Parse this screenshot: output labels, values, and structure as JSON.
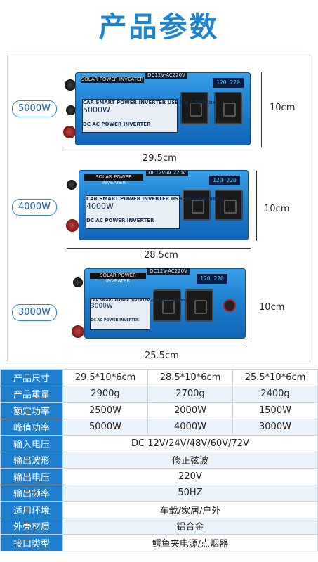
{
  "title": "产品参数",
  "models": [
    {
      "badge": "5000W",
      "label_brand": "SOLAR POWER INVEATER",
      "label_top": "CAR SMART POWER INVERTER USB 5V 6.8A(Max)",
      "label_watt": "5000W",
      "label_sub": "DC AC POWER INVERTER",
      "width_dim": "29.5cm",
      "height_dim": "10cm"
    },
    {
      "badge": "4000W",
      "label_brand": "SOLAR POWER INVEATER",
      "label_top": "CAR SMART POWER INVERTER USB 5V 6.8A(Max)",
      "label_watt": "4000W",
      "label_sub": "DC AC POWER INVERTER",
      "width_dim": "28.5cm",
      "height_dim": "10cm"
    },
    {
      "badge": "3000W",
      "label_brand": "SOLAR POWER INVEATER",
      "label_top": "CAR SMART POWER INVERTER USB 5V 6.8A(Max)",
      "label_watt": "3000W",
      "label_sub": "DC AC POWER INVERTER",
      "width_dim": "25.5cm",
      "height_dim": "10cm"
    }
  ],
  "display": {
    "left": "120",
    "right": "220",
    "top_strip": "DC12V-AC220V"
  },
  "spec_table": {
    "rows": [
      {
        "label": "产品尺寸",
        "values": [
          "29.5*10*6cm",
          "28.5*10*6cm",
          "25.5*10*6cm"
        ]
      },
      {
        "label": "产品重量",
        "values": [
          "2900g",
          "2700g",
          "2400g"
        ]
      },
      {
        "label": "额定功率",
        "values": [
          "2500W",
          "2000W",
          "1500W"
        ]
      },
      {
        "label": "峰值功率",
        "values": [
          "5000W",
          "4000W",
          "3000W"
        ]
      },
      {
        "label": "输入电压",
        "values": [
          "DC 12V/24V/48V/60V/72V"
        ]
      },
      {
        "label": "输出波形",
        "values": [
          "修正弦波"
        ]
      },
      {
        "label": "输出电压",
        "values": [
          "220V"
        ]
      },
      {
        "label": "输出频率",
        "values": [
          "50HZ"
        ]
      },
      {
        "label": "适用环境",
        "values": [
          "车载/家居/户外"
        ]
      },
      {
        "label": "外壳材质",
        "values": [
          "铝合金"
        ]
      },
      {
        "label": "接口类型",
        "values": [
          "鳄鱼夹电源/点烟器"
        ]
      }
    ]
  },
  "colors": {
    "accent": "#1e7ed0",
    "title": "#1d84cf",
    "body": "#1e7fd0"
  }
}
